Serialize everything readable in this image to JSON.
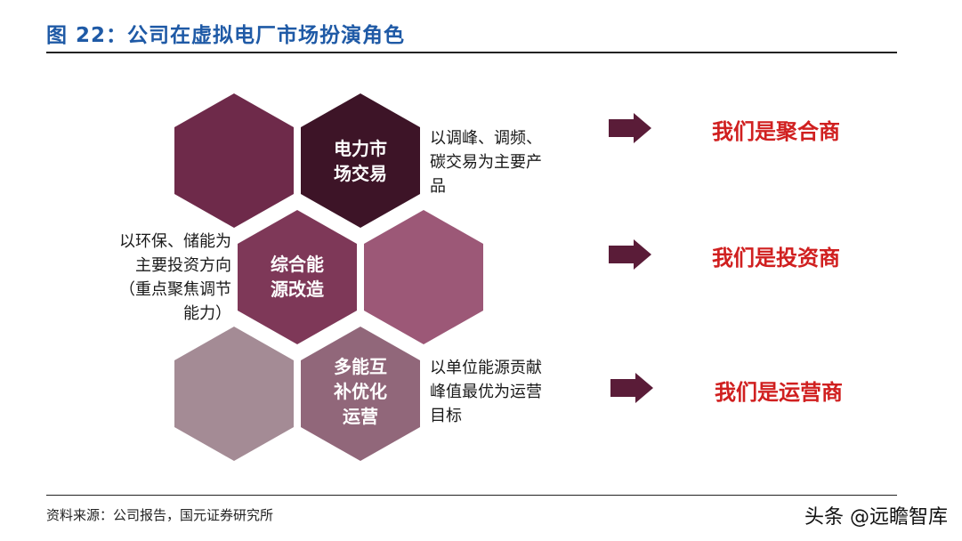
{
  "header": {
    "title": "图 22：公司在虚拟电厂市场扮演角色"
  },
  "hexagons": [
    {
      "label": "",
      "color": "#6e2a4a"
    },
    {
      "label": "电力市\n场交易",
      "color": "#3d1427"
    },
    {
      "label": "综合能\n源改造",
      "color": "#7e3858"
    },
    {
      "label": "",
      "color": "#9c5877"
    },
    {
      "label": "",
      "color": "#a48b95"
    },
    {
      "label": "多能互\n补优化\n运营",
      "color": "#91677a"
    }
  ],
  "notes": {
    "top": "以调峰、调频、\n碳交易为主要产\n品",
    "middle": "以环保、储能为\n主要投资方向\n（重点聚焦调节\n能力）",
    "bottom": "以单位能源贡献\n峰值最优为运营\n目标"
  },
  "roles": [
    {
      "text": "我们是聚合商"
    },
    {
      "text": "我们是投资商"
    },
    {
      "text": "我们是运营商"
    }
  ],
  "arrow_color": "#5a1c38",
  "role_color": "#d02020",
  "footer": {
    "source": "资料来源：公司报告，国元证券研究所",
    "watermark": "头条 @远瞻智库"
  }
}
